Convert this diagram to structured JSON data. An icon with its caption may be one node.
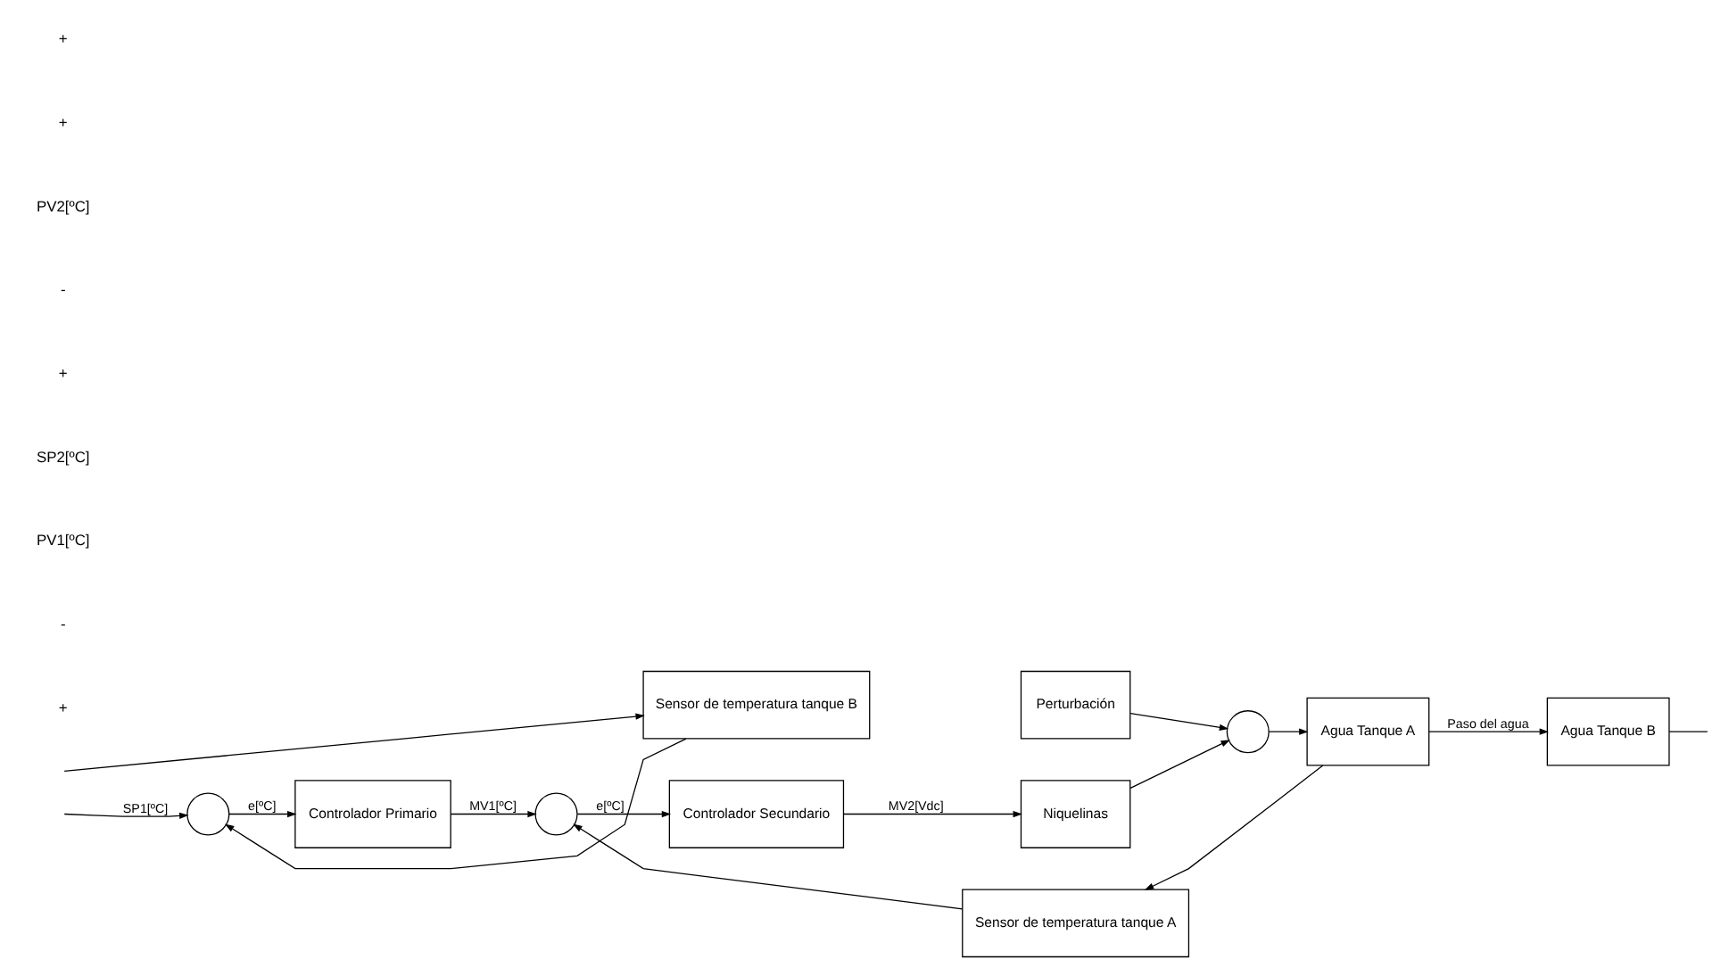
{
  "diagram": {
    "nodes": [
      {
        "text": [],
        "shape": "circle"
      },
      {
        "text": [
          "Controlador Primario"
        ]
      },
      {
        "text": [],
        "shape": "circle"
      },
      {
        "text": [
          "Controlador Secundario"
        ]
      },
      {
        "text": [
          "Niquelinas"
        ]
      },
      {
        "text": [
          "Perturbación"
        ]
      },
      {
        "text": [],
        "shape": "circle"
      },
      {
        "text": [
          "Agua Tanque A"
        ]
      },
      {
        "text": [
          "Agua Tanque B"
        ]
      },
      {
        "text": [
          "Sensor de temperatura tanque A"
        ]
      },
      {
        "text": [
          "Sensor de temperatura tanque B"
        ]
      }
    ],
    "edges": [
      {
        "from": null,
        "to": 0,
        "arrow": "to",
        "label": "SP1[ºC]"
      },
      {
        "from": 0,
        "to": 1,
        "arrow": "to",
        "label": "e[ºC]"
      },
      {
        "from": 1,
        "to": 2,
        "arrow": "to",
        "label": "MV1[ºC]"
      },
      {
        "from": 2,
        "to": 3,
        "arrow": "to",
        "label": "e[ºC]"
      },
      {
        "from": 3,
        "to": 4,
        "arrow": "to",
        "label": "MV2[Vdc]"
      },
      {
        "from": 4,
        "to": 6,
        "arrow": "to"
      },
      {
        "from": 5,
        "to": 6,
        "arrow": "to"
      },
      {
        "from": 6,
        "to": 7,
        "arrow": "to"
      },
      {
        "from": 7,
        "to": 8,
        "arrow": "to",
        "label": "Paso del agua"
      },
      {
        "from": 8,
        "to": null,
        "arrow": "none"
      },
      {
        "from": 7,
        "to": 9,
        "arrow": "to"
      },
      {
        "from": 9,
        "to": 2,
        "arrow": "to"
      },
      {
        "from": null,
        "to": 10,
        "arrow": "to"
      },
      {
        "from": 10,
        "to": 0,
        "arrow": "to"
      }
    ],
    "labels": [
      "+",
      "-",
      "PV1[ºC]",
      "SP2[ºC]",
      "+",
      "-",
      "PV2[ºC]",
      "+",
      "+"
    ]
  }
}
